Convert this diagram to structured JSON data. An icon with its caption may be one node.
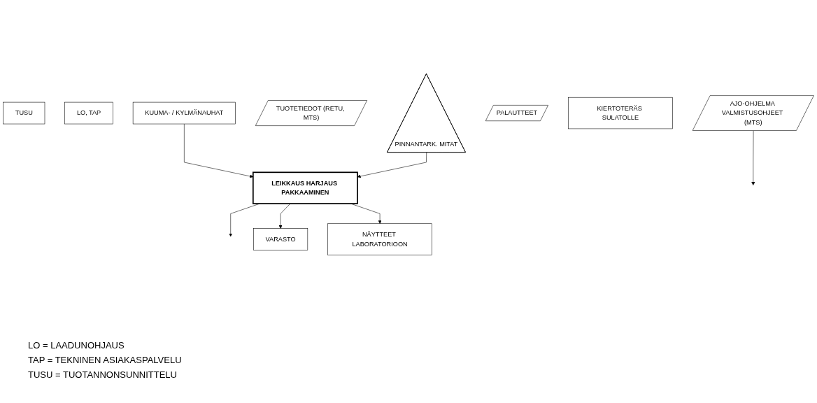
{
  "diagram": {
    "nodes": [
      {
        "text": [
          "TUSU"
        ]
      },
      {
        "text": [
          "LO, TAP"
        ]
      },
      {
        "text": [
          "AJO-OHJELMA VALMISTUSOHJEET (MTS)"
        ]
      },
      {
        "text": [
          "TUOTETIEDOT (RETU, MTS)"
        ]
      },
      {
        "text": [
          "KUUMA- / KYLMÄNAUHAT"
        ]
      },
      {
        "text": [
          "LEIKKAUS HARJAUS PAKKAAMINEN"
        ]
      },
      {
        "text": [
          "PALAUTTEET"
        ]
      },
      {
        "text": [
          "KIERTOTERÄS SULATOLLE"
        ]
      },
      {
        "text": [
          "PINNANTARK. MITAT"
        ]
      },
      {
        "text": [
          "VARASTO"
        ]
      },
      {
        "text": [
          "NÄYTTEET LABORATORIOON"
        ]
      }
    ],
    "edges": [
      {
        "from": 2,
        "to": null,
        "arrow": "to"
      },
      {
        "from": 4,
        "to": 5,
        "arrow": "to"
      },
      {
        "from": 8,
        "to": 5,
        "arrow": "to"
      },
      {
        "from": 5,
        "to": null,
        "arrow": "to"
      },
      {
        "from": 5,
        "to": 9,
        "arrow": "to"
      },
      {
        "from": 5,
        "to": 10,
        "arrow": "to"
      }
    ],
    "labels": [
      "LO = LAADUNOHJAUS",
      "TAP = TEKNINEN ASIAKASPALVELU",
      "TUSU = TUOTANNONSUNNITTELU"
    ]
  }
}
